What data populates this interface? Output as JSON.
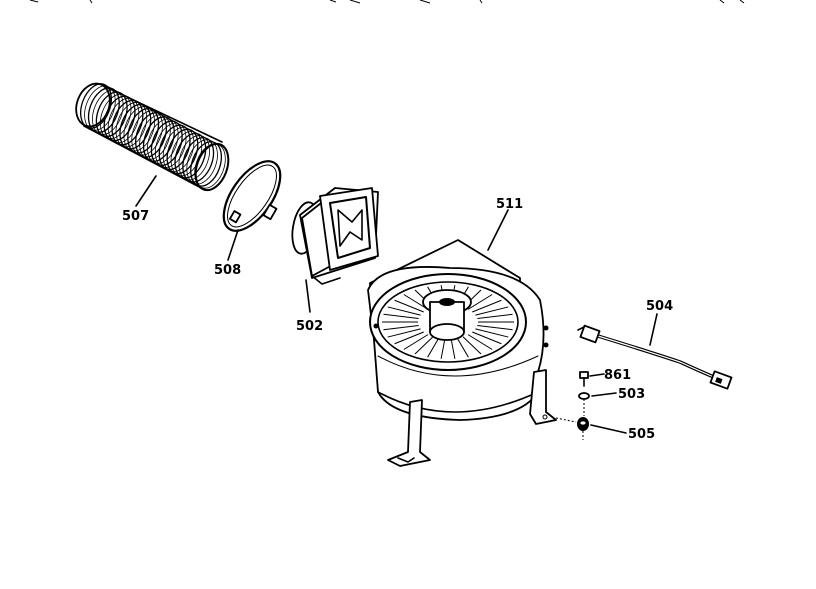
{
  "diagram": {
    "parts": [
      {
        "id": "p507",
        "label": "507",
        "name": "flexible-duct"
      },
      {
        "id": "p508",
        "label": "508",
        "name": "clamp-ring"
      },
      {
        "id": "p502",
        "label": "502",
        "name": "duct-adapter"
      },
      {
        "id": "p511",
        "label": "511",
        "name": "blower-assembly"
      },
      {
        "id": "p504",
        "label": "504",
        "name": "wire-harness"
      },
      {
        "id": "p861",
        "label": "861",
        "name": "screw"
      },
      {
        "id": "p503",
        "label": "503",
        "name": "washer"
      },
      {
        "id": "p505",
        "label": "505",
        "name": "grommet"
      }
    ]
  }
}
